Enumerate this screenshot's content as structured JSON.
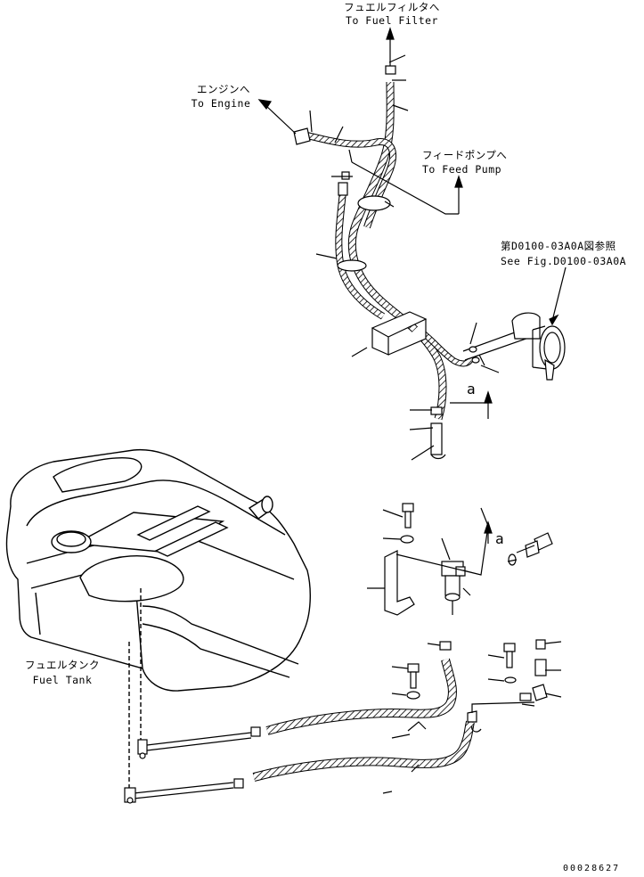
{
  "labels": {
    "fuel_filter_jp": "フュエルフィルタへ",
    "fuel_filter_en": "To Fuel Filter",
    "engine_jp": "エンジンへ",
    "engine_en": "To Engine",
    "feed_pump_jp": "フィードポンプへ",
    "feed_pump_en": "To Feed Pump",
    "see_fig_jp": "第D0100-03A0A図参照",
    "see_fig_en": "See Fig.D0100-03A0A",
    "fuel_tank_jp": "フュエルタンク",
    "fuel_tank_en": "Fuel Tank",
    "view_a_upper": "a",
    "view_a_lower": "a",
    "drawing_number": "00028627"
  }
}
